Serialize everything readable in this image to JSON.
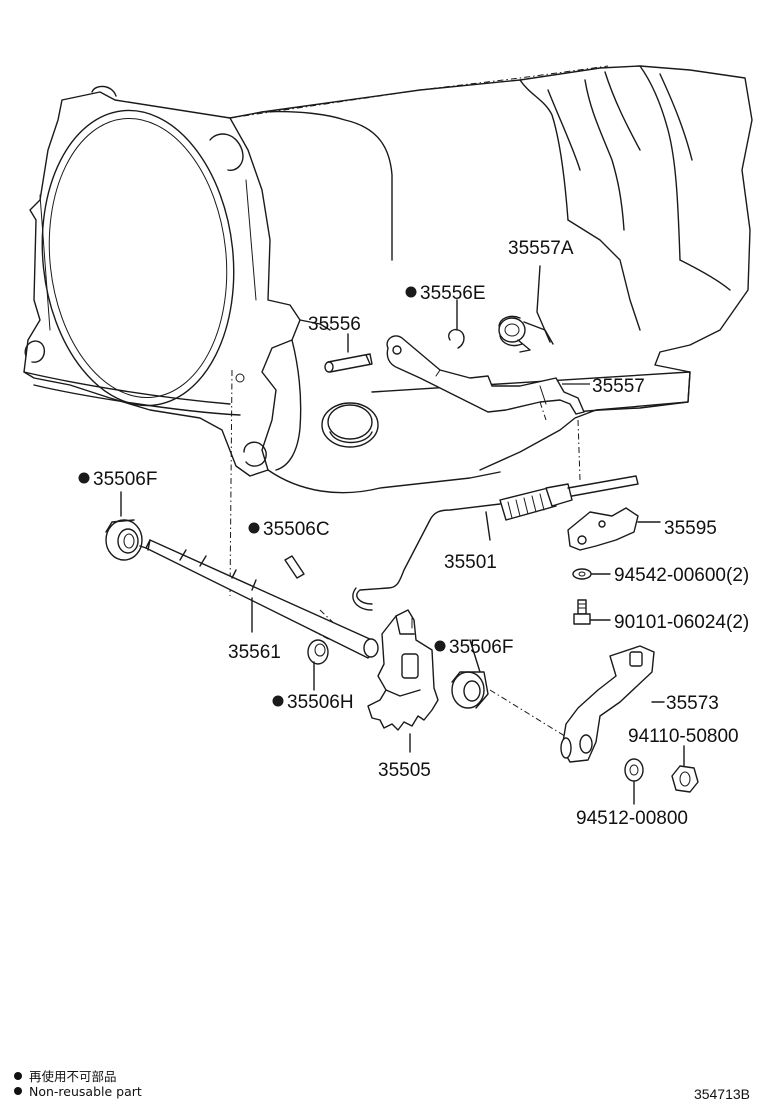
{
  "diagram": {
    "parts": [
      {
        "id": "p35557a",
        "number": "35557A",
        "non_reusable": false
      },
      {
        "id": "p35556e",
        "number": "35556E",
        "non_reusable": true
      },
      {
        "id": "p35556",
        "number": "35556",
        "non_reusable": false
      },
      {
        "id": "p35557",
        "number": "35557",
        "non_reusable": false
      },
      {
        "id": "p35506f_a",
        "number": "35506F",
        "non_reusable": true
      },
      {
        "id": "p35506c",
        "number": "35506C",
        "non_reusable": true
      },
      {
        "id": "p35595",
        "number": "35595",
        "non_reusable": false
      },
      {
        "id": "p35501",
        "number": "35501",
        "non_reusable": false
      },
      {
        "id": "p94542",
        "number": "94542-00600(2)",
        "non_reusable": false
      },
      {
        "id": "p90101",
        "number": "90101-06024(2)",
        "non_reusable": false
      },
      {
        "id": "p35561",
        "number": "35561",
        "non_reusable": false
      },
      {
        "id": "p35506f_b",
        "number": "35506F",
        "non_reusable": true
      },
      {
        "id": "p35506h",
        "number": "35506H",
        "non_reusable": true
      },
      {
        "id": "p35573",
        "number": "35573",
        "non_reusable": false
      },
      {
        "id": "p94110",
        "number": "94110-50800",
        "non_reusable": false
      },
      {
        "id": "p35505",
        "number": "35505",
        "non_reusable": false
      },
      {
        "id": "p94512",
        "number": "94512-00800",
        "non_reusable": false
      }
    ]
  },
  "legend": {
    "line_ja": "再使用不可部品",
    "line_en": "Non-reusable part"
  },
  "figure_id": "354713B"
}
